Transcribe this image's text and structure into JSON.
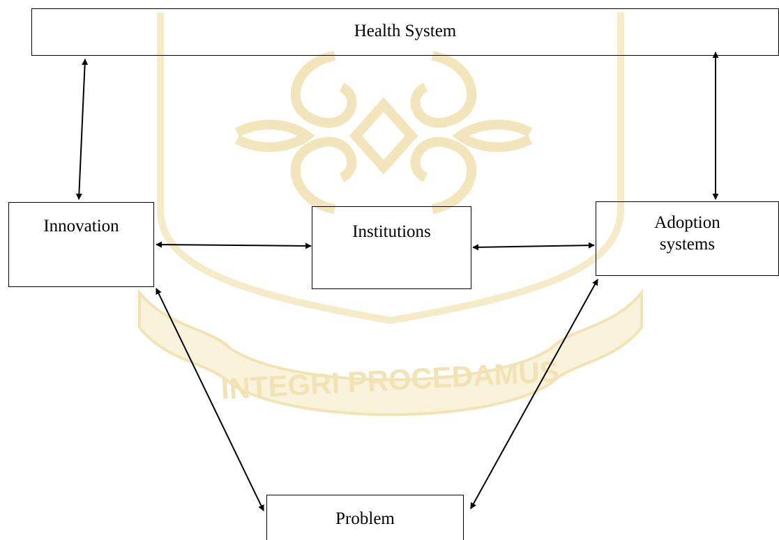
{
  "diagram": {
    "nodes": {
      "health_system": "Health System",
      "innovation": "Innovation",
      "institutions": "Institutions",
      "adoption_line1": "Adoption",
      "adoption_line2": "systems",
      "problem": "Problem"
    },
    "watermark_text": "INTEGRI PROCEDAMUS",
    "colors": {
      "stroke": "#000000",
      "watermark": "#e9d28a"
    },
    "edges": [
      {
        "from": "Health System",
        "to": "Innovation",
        "direction": "bidirectional"
      },
      {
        "from": "Health System",
        "to": "Adoption systems",
        "direction": "bidirectional"
      },
      {
        "from": "Innovation",
        "to": "Institutions",
        "direction": "bidirectional"
      },
      {
        "from": "Institutions",
        "to": "Adoption systems",
        "direction": "bidirectional"
      },
      {
        "from": "Innovation",
        "to": "Problem",
        "direction": "bidirectional"
      },
      {
        "from": "Adoption systems",
        "to": "Problem",
        "direction": "bidirectional"
      }
    ]
  }
}
